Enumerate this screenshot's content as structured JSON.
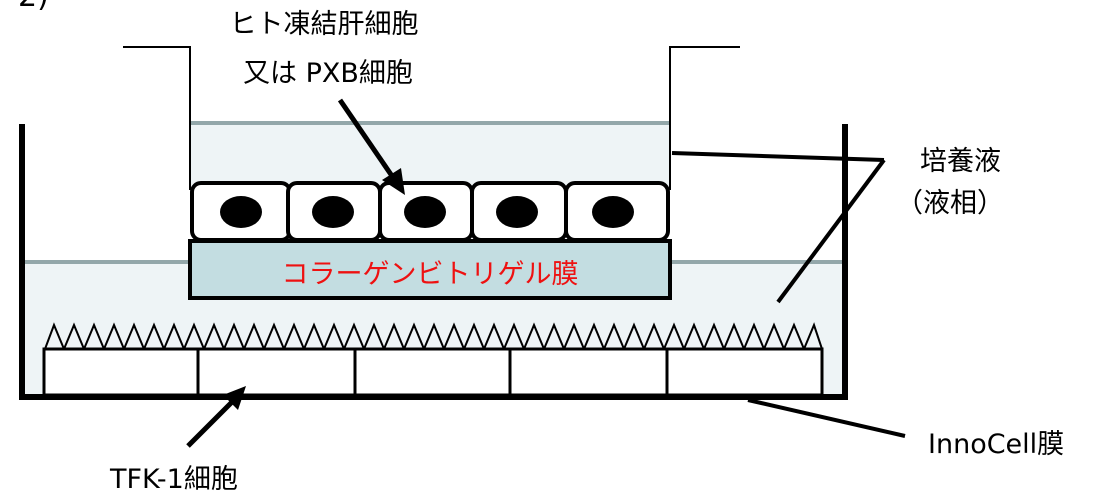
{
  "figure_number": "2)",
  "labels": {
    "hepatocyte_line1": "ヒト凍結肝細胞",
    "hepatocyte_line2": "又は PXB細胞",
    "medium_line1": "培養液",
    "medium_line2": "（液相）",
    "collagen_membrane": "コラーゲンビトリゲル膜",
    "tfk1_cells": "TFK-1細胞",
    "innocell_membrane": "InnoCell膜"
  },
  "colors": {
    "collagen_fill": "#c3dde1",
    "collagen_text": "#ee1111",
    "medium_fill": "#eef4f6",
    "medium_surface": "#93a7aa",
    "outline": "#000000"
  },
  "hepatocyte_count": 5,
  "tfk1_cell_count": 5
}
